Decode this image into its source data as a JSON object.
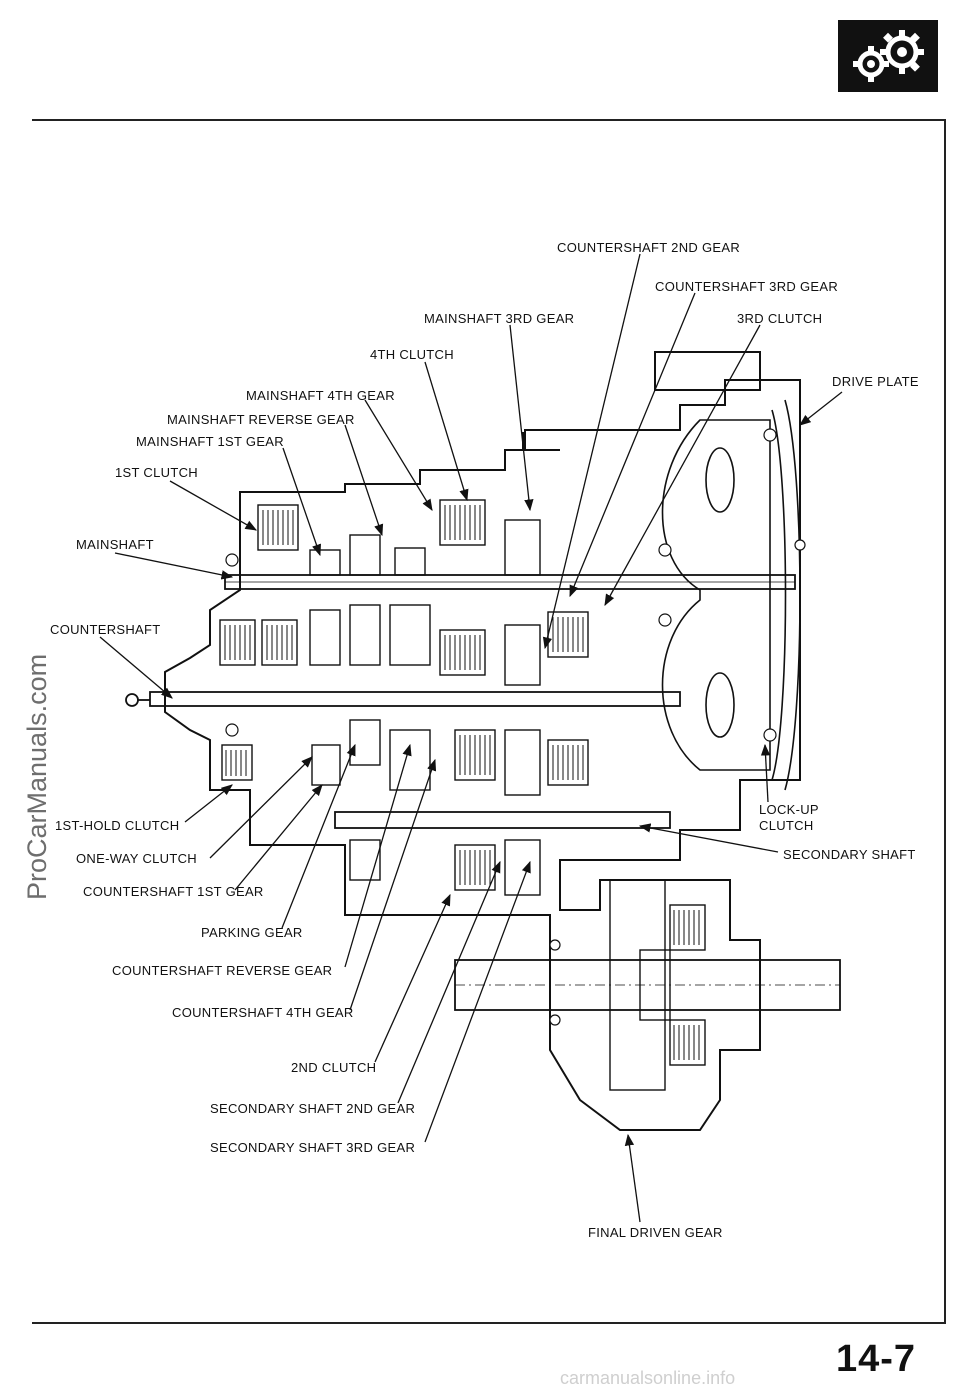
{
  "page": {
    "number": "14-7",
    "watermark_side": "ProCarManuals.com",
    "watermark_footer": "carmanualsonline.info"
  },
  "diagram": {
    "labels": {
      "countershaft_2nd_gear": "COUNTERSHAFT 2ND GEAR",
      "countershaft_3rd_gear": "COUNTERSHAFT 3RD GEAR",
      "mainshaft_3rd_gear": "MAINSHAFT 3RD GEAR",
      "third_clutch": "3RD CLUTCH",
      "fourth_clutch": "4TH CLUTCH",
      "drive_plate": "DRIVE PLATE",
      "mainshaft_4th_gear": "MAINSHAFT 4TH GEAR",
      "mainshaft_reverse_gear": "MAINSHAFT REVERSE GEAR",
      "mainshaft_1st_gear": "MAINSHAFT 1ST GEAR",
      "first_clutch": "1ST CLUTCH",
      "mainshaft": "MAINSHAFT",
      "countershaft": "COUNTERSHAFT",
      "lockup_clutch_1": "LOCK-UP",
      "lockup_clutch_2": "CLUTCH",
      "first_hold_clutch": "1ST-HOLD CLUTCH",
      "secondary_shaft": "SECONDARY SHAFT",
      "one_way_clutch": "ONE-WAY CLUTCH",
      "countershaft_1st_gear": "COUNTERSHAFT 1ST GEAR",
      "parking_gear": "PARKING GEAR",
      "countershaft_reverse_gear": "COUNTERSHAFT REVERSE GEAR",
      "countershaft_4th_gear": "COUNTERSHAFT 4TH GEAR",
      "second_clutch": "2ND CLUTCH",
      "secondary_shaft_2nd_gear": "SECONDARY SHAFT 2ND GEAR",
      "secondary_shaft_3rd_gear": "SECONDARY SHAFT 3RD GEAR",
      "final_driven_gear": "FINAL DRIVEN GEAR"
    }
  }
}
